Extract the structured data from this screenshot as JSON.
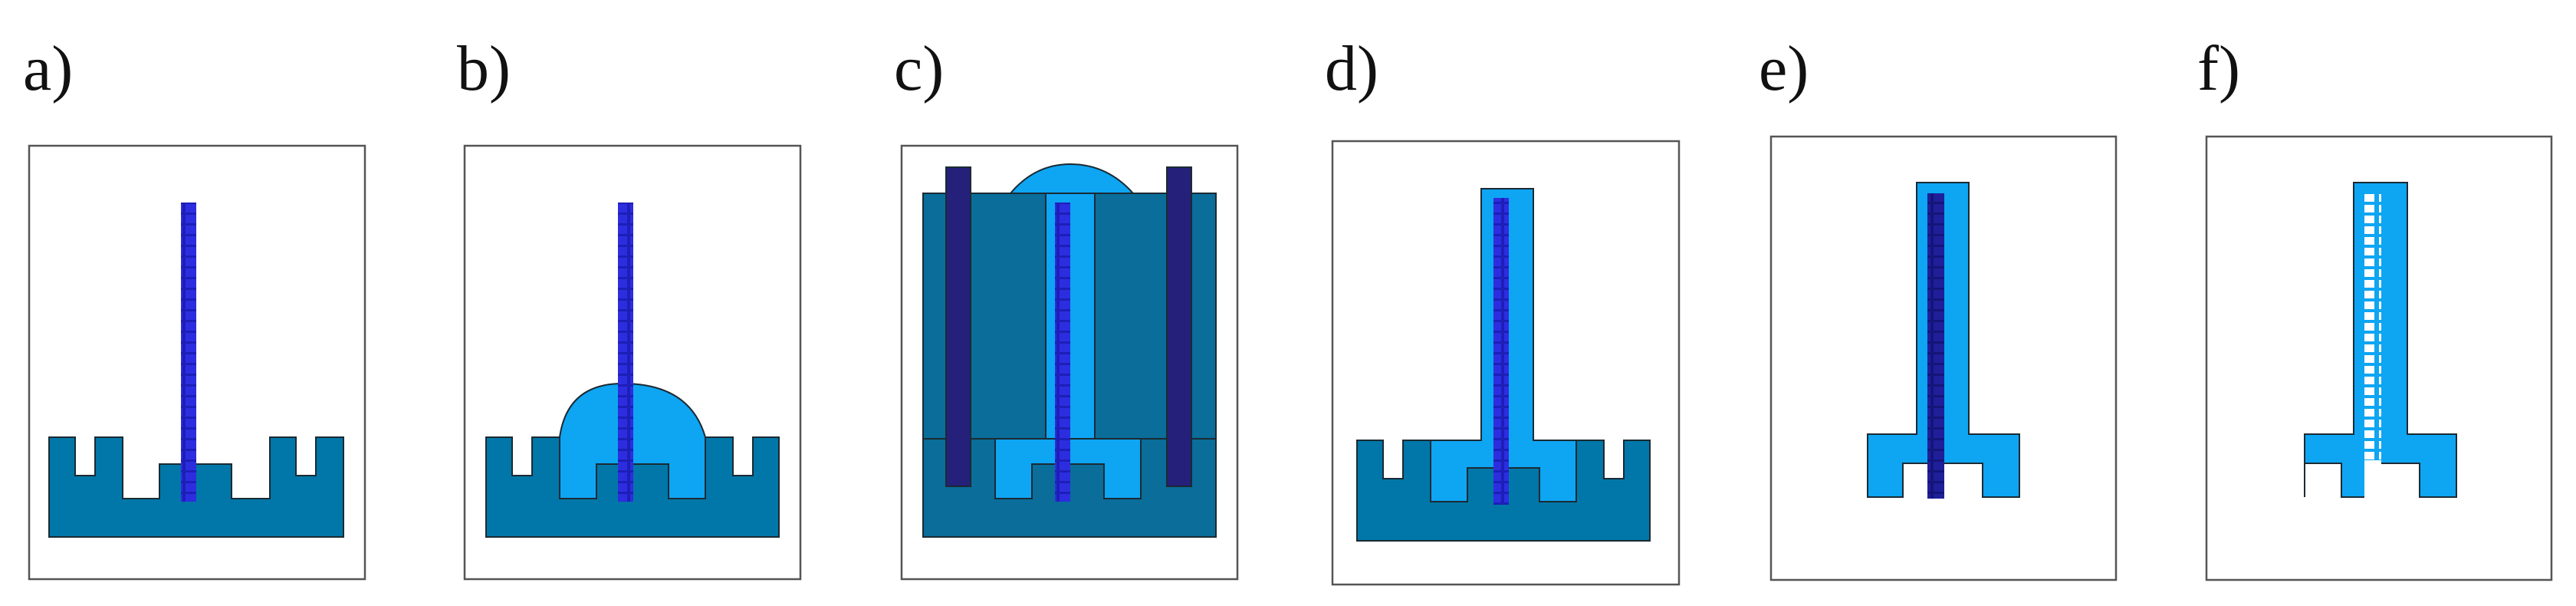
{
  "panels": [
    {
      "label": "a)"
    },
    {
      "label": "b)"
    },
    {
      "label": "c)"
    },
    {
      "label": "d)"
    },
    {
      "label": "e)"
    },
    {
      "label": "f)"
    }
  ],
  "colors": {
    "substrate": "#0077a8",
    "resin_light": "#0ea5f3",
    "resin_dark": "#0a6d9a",
    "fiber": "#1e1eb8",
    "fiber_segment": "#2d2de0",
    "spacer": "#25207a",
    "outline": "#1b2a33",
    "frame": "#555555"
  }
}
